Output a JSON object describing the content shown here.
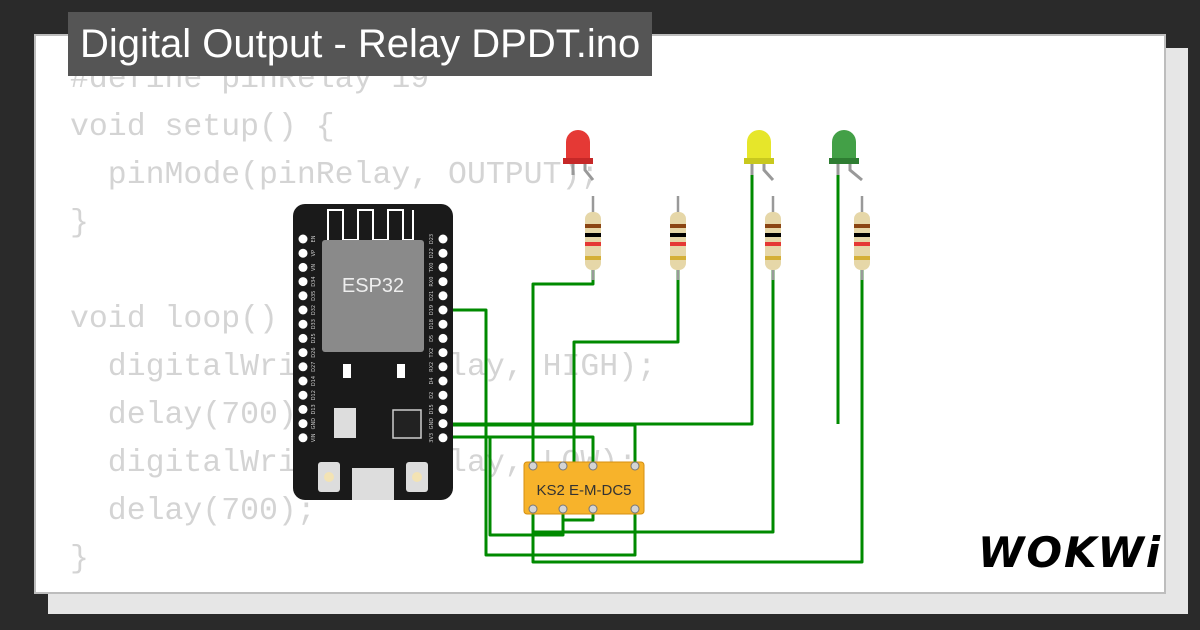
{
  "title": "Digital Output - Relay DPDT.ino",
  "code_lines": [
    "#define pinRelay 19",
    "void setup() {",
    "  pinMode(pinRelay, OUTPUT);",
    "}",
    "",
    "void loop() {",
    "  digitalWrite(pinRelay, HIGH);",
    "  delay(700);",
    "  digitalWrite(pinRelay, LOW);",
    "  delay(700);",
    "}"
  ],
  "board": {
    "chip_label": "ESP32",
    "left_pins": [
      "EN",
      "VP",
      "VN",
      "D34",
      "D35",
      "D32",
      "D33",
      "D25",
      "D26",
      "D27",
      "D14",
      "D12",
      "D13",
      "GND",
      "VIN"
    ],
    "right_pins": [
      "D23",
      "D22",
      "TX0",
      "RX0",
      "D21",
      "D19",
      "D18",
      "D5",
      "TX2",
      "RX2",
      "D4",
      "D2",
      "D15",
      "GND",
      "3V3"
    ]
  },
  "relay": {
    "label": "KS2 E-M-DC5"
  },
  "leds": [
    {
      "color": "red",
      "hex": "#e53935"
    },
    {
      "color": "yellow",
      "hex": "#e6e62a"
    },
    {
      "color": "green",
      "hex": "#43a047"
    }
  ],
  "colors": {
    "wire": "#008a00",
    "relay": "#f7b32b",
    "board": "#1a1a1a"
  },
  "logo": "WOKWi"
}
